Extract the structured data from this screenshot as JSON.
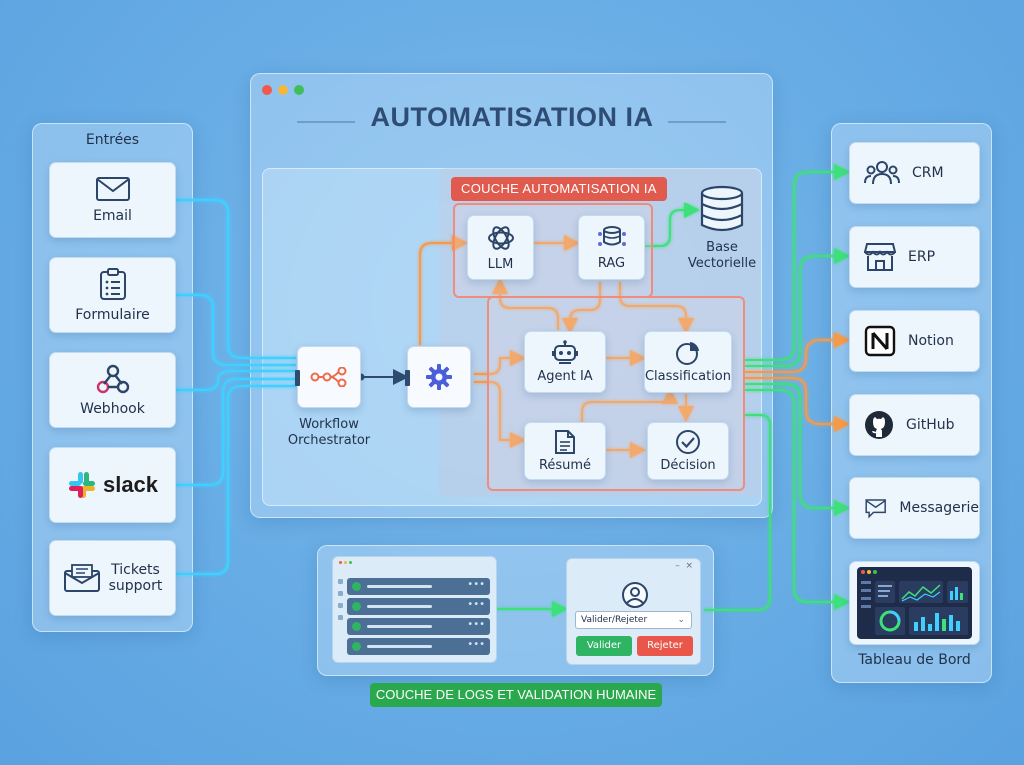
{
  "title": "AUTOMATISATION IA",
  "inputs": {
    "title": "Entrées",
    "items": [
      {
        "label": "Email",
        "icon": "mail-icon"
      },
      {
        "label": "Formulaire",
        "icon": "clipboard-icon"
      },
      {
        "label": "Webhook",
        "icon": "webhook-icon"
      },
      {
        "label": "slack",
        "icon": "slack-icon"
      },
      {
        "label": "Tickets\nsupport",
        "icon": "ticket-mail-icon"
      }
    ]
  },
  "orchestrator": {
    "label": "Workflow\nOrchestrator",
    "icon": "workflow-icon"
  },
  "gear_node": {
    "icon": "gear-icon"
  },
  "ai_layer": {
    "tag": "COUCHE AUTOMATISATION IA",
    "nodes": {
      "llm": "LLM",
      "rag": "RAG",
      "db": "Base\nVectorielle",
      "agent": "Agent IA",
      "classification": "Classification",
      "resume": "Résumé",
      "decision": "Décision"
    }
  },
  "outputs": [
    {
      "label": "CRM",
      "icon": "users-icon"
    },
    {
      "label": "ERP",
      "icon": "store-icon"
    },
    {
      "label": "Notion",
      "icon": "notion-icon"
    },
    {
      "label": "GitHub",
      "icon": "github-icon"
    },
    {
      "label": "Messagerie",
      "icon": "message-icon"
    },
    {
      "label": "Tableau de Bord",
      "icon": "dashboard-icon"
    }
  ],
  "logs": {
    "tag": "COUCHE DE LOGS ET VALIDATION HUMAINE",
    "select_value": "Valider/Rejeter",
    "validate_label": "Valider",
    "reject_label": "Rejeter"
  },
  "colors": {
    "input_wire": "#3fd0ff",
    "ai_wire": "#f59a4a",
    "output_green": "#3ee07a",
    "output_orange": "#f59a4a",
    "ai_tag": "#e05a4e",
    "logs_tag": "#2aa84d"
  }
}
